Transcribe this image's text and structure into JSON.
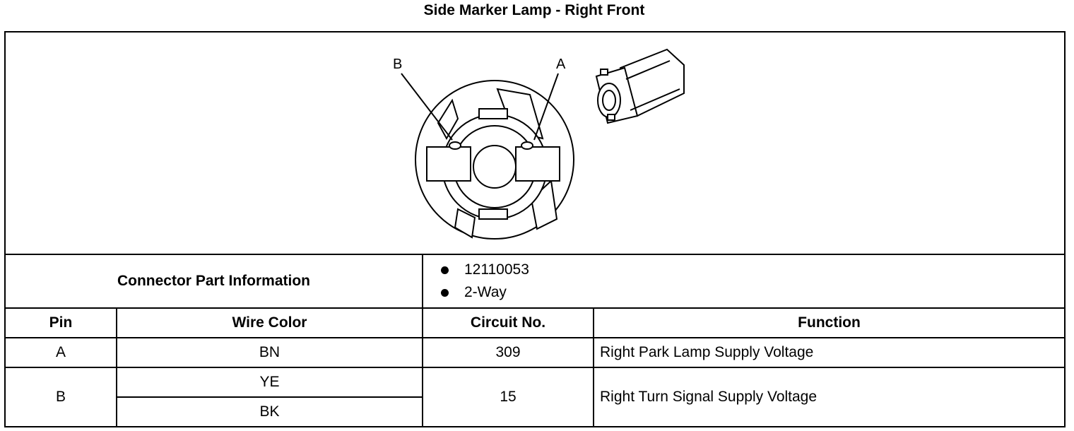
{
  "title": "Side Marker Lamp - Right Front",
  "diagram": {
    "pin_label_b": "B",
    "pin_label_a": "A"
  },
  "connector_info": {
    "label": "Connector Part Information",
    "items": [
      "12110053",
      "2-Way"
    ]
  },
  "table": {
    "headers": {
      "pin": "Pin",
      "wire_color": "Wire Color",
      "circuit": "Circuit No.",
      "function": "Function"
    },
    "rows": [
      {
        "pin": "A",
        "wire_colors": [
          "BN"
        ],
        "circuit": "309",
        "function": "Right Park Lamp Supply Voltage"
      },
      {
        "pin": "B",
        "wire_colors": [
          "YE",
          "BK"
        ],
        "circuit": "15",
        "function": "Right Turn Signal Supply Voltage"
      }
    ]
  }
}
